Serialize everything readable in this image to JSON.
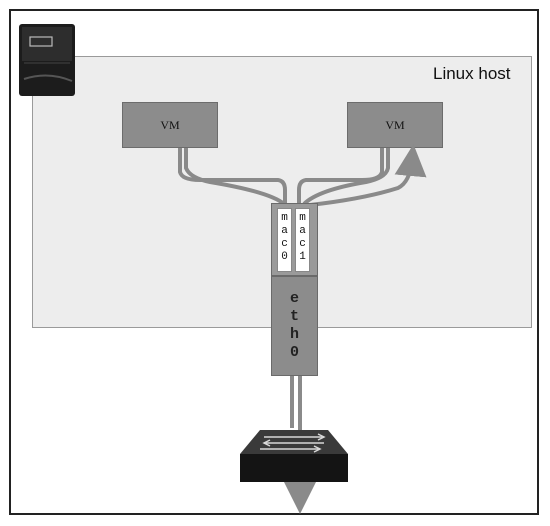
{
  "host": {
    "label": "Linux host"
  },
  "vms": [
    {
      "label": "VM"
    },
    {
      "label": "VM"
    }
  ],
  "nic": {
    "label_chars": [
      "e",
      "t",
      "h",
      "0"
    ]
  },
  "macs": [
    {
      "chars": [
        "m",
        "a",
        "c",
        "0"
      ]
    },
    {
      "chars": [
        "m",
        "a",
        "c",
        "1"
      ]
    }
  ],
  "icons": {
    "server": "server-icon",
    "switch": "network-switch-icon"
  },
  "colors": {
    "host_bg": "#ededed",
    "vm_fill": "#8c8c8c",
    "link_line": "#8a8a8a"
  }
}
